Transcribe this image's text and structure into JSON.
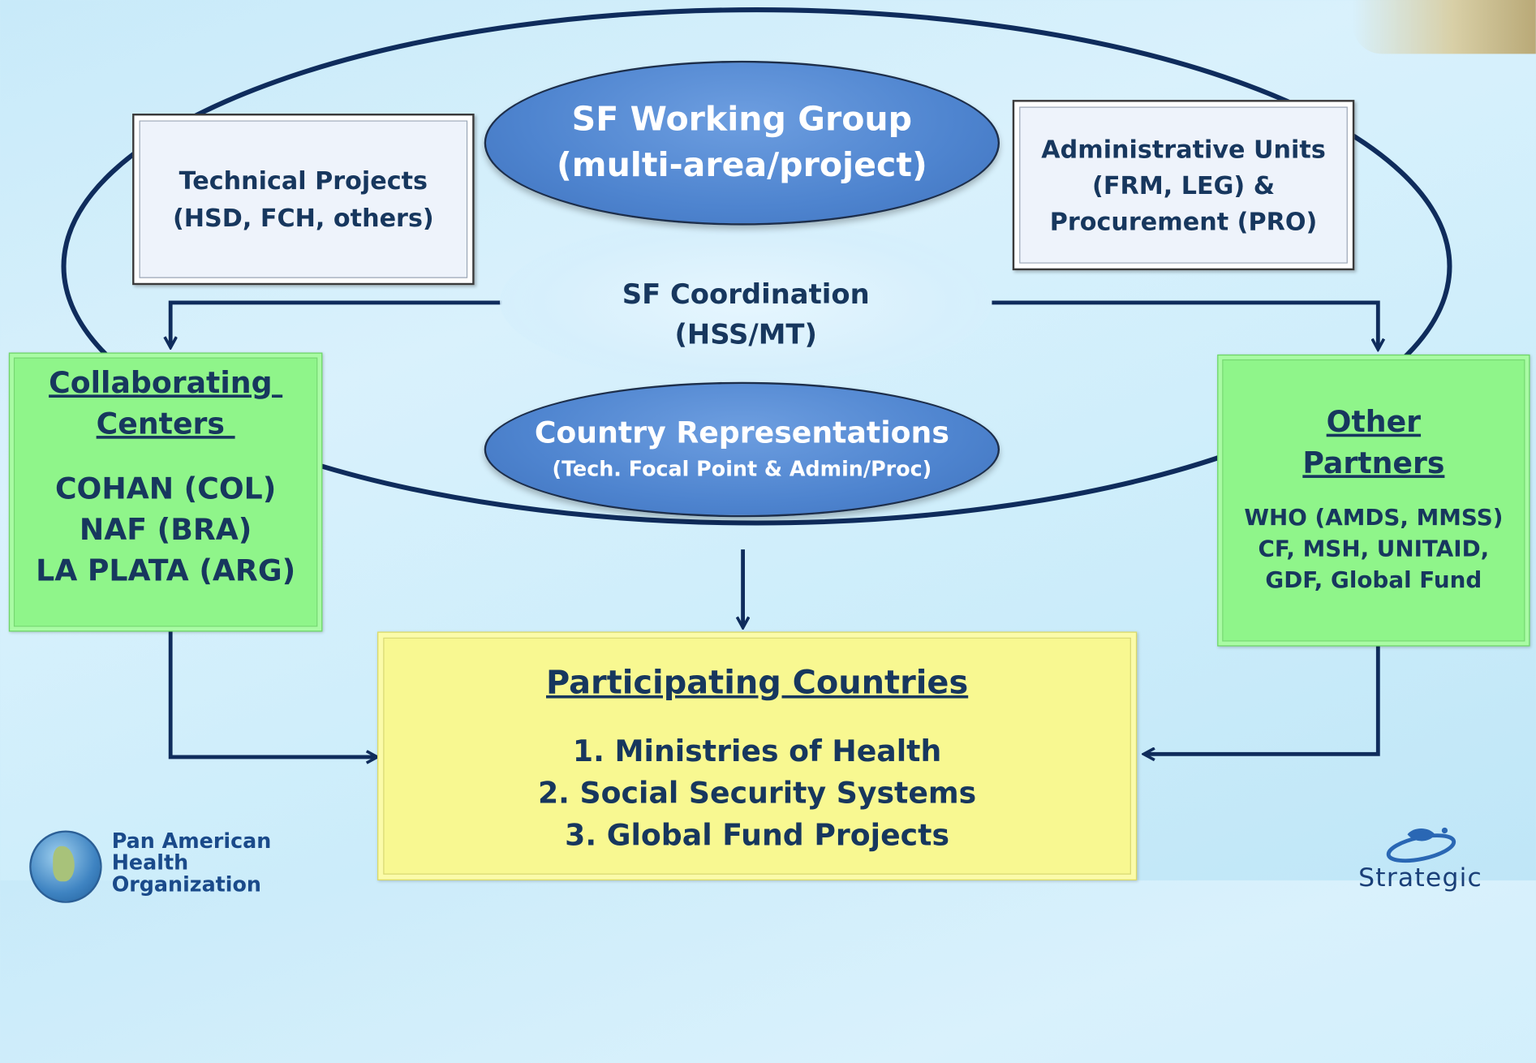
{
  "sf_working_group": {
    "line1": "SF Working Group",
    "line2": "(multi-area/project)"
  },
  "sf_coordination": {
    "line1": "SF Coordination",
    "line2": "(HSS/MT)"
  },
  "country_representations": {
    "line1": "Country Representations",
    "line2": "(Tech. Focal Point & Admin/Proc)"
  },
  "technical_projects": {
    "line1": "Technical Projects",
    "line2": "(HSD, FCH, others)"
  },
  "administrative_units": {
    "line1": "Administrative Units",
    "line2": "(FRM, LEG) &",
    "line3": "Procurement (PRO)"
  },
  "collaborating_centers": {
    "title1": "Collaborating ",
    "title2": "Centers ",
    "items": [
      "COHAN (COL)",
      "NAF (BRA)",
      "LA PLATA (ARG)"
    ]
  },
  "other_partners": {
    "title1": "Other",
    "title2": "Partners",
    "items": [
      "WHO (AMDS, MMSS)",
      "CF, MSH, UNITAID,",
      "GDF, Global Fund"
    ]
  },
  "participating_countries": {
    "title": "Participating Countries",
    "items": [
      "1. Ministries of Health",
      "2. Social Security Systems",
      "3. Global Fund Projects"
    ]
  },
  "logo": {
    "line1": "Pan American",
    "line2": "Health",
    "line3": "Organization"
  },
  "emblem": {
    "text": "Strategic"
  },
  "colors": {
    "navy": "#0f2c5c",
    "text": "#17375e",
    "green_box": "#8ff58a",
    "yellow_box": "#f8f891",
    "blue_ellipse": "#4e84cf"
  }
}
